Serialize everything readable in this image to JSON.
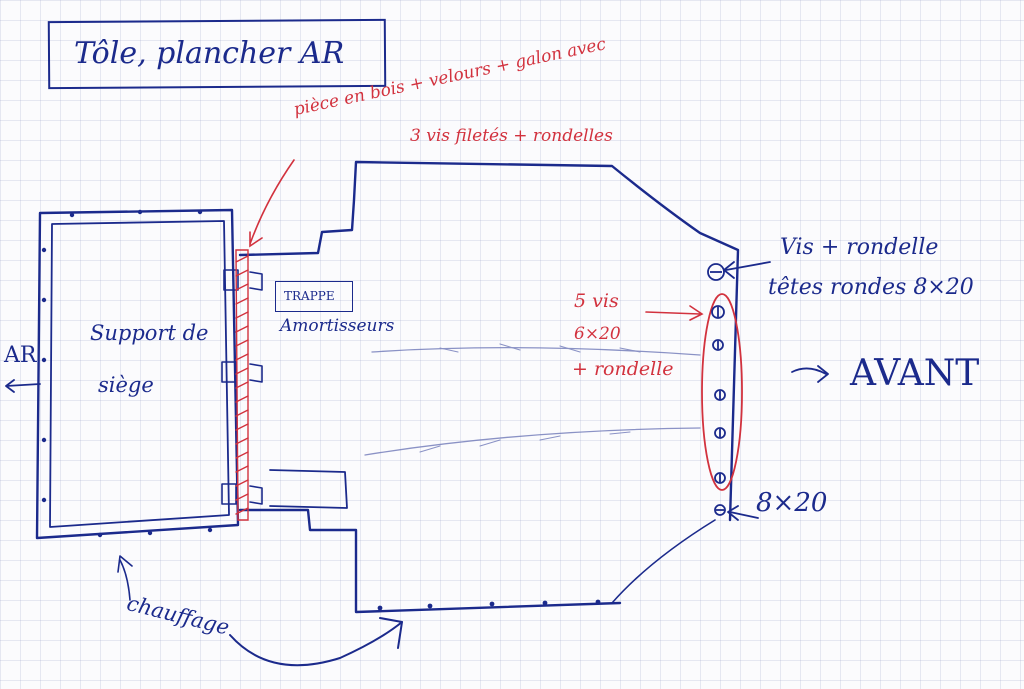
{
  "title": "Tôle, plancher AR",
  "labels": {
    "piece_line1": "pièce en bois + velours + galon avec",
    "piece_line2": "3 vis filetés + rondelles",
    "vis_rondelle": "Vis + rondelle",
    "tetes_rondes": "têtes rondes 8×20",
    "cinq_vis": "5 vis",
    "six_x_20": "6×20",
    "plus_rondelle": "+ rondelle",
    "avant": "AVANT",
    "huit_x_20": "8×20",
    "trappe": "TRAPPE",
    "amortisseurs": "Amortisseurs",
    "support_line1": "Support de",
    "support_line2": "siège",
    "ar": "AR",
    "chauffage": "chauffage"
  },
  "colors": {
    "ink_blue": "#1b2a8c",
    "ink_red": "#d2323e",
    "grid": "#9aa0c8"
  }
}
